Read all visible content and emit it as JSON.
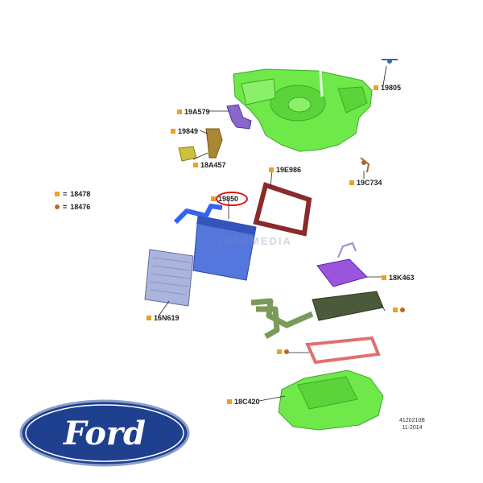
{
  "legend": {
    "square_part": "18478",
    "round_part": "18476"
  },
  "callouts": {
    "c19805": "19805",
    "c19A579": "19A579",
    "c19849": "19849",
    "c18A457": "18A457",
    "c19E986": "19E986",
    "c19C734": "19C734",
    "c19850": "19850",
    "c18K463": "18K463",
    "c16N619": "16N619",
    "c18C420": "18C420"
  },
  "watermark": "INFOMEDIA",
  "stamp": {
    "code": "4120210B",
    "date": "11-2014"
  },
  "logo": {
    "text": "Ford"
  },
  "colors": {
    "housing": "#6fe84a",
    "housing_dark": "#3ea82a",
    "evaporator": "#5577dd",
    "evaporator_pipe": "#3366ee",
    "filter": "#aab4dd",
    "seal_frame": "#8a2a2a",
    "heater_core": "#4a5a3a",
    "heater_pipe": "#7a9a5a",
    "gasket": "#e07070",
    "module": "#9a55dd",
    "bracket": "#8866cc",
    "brace": "#aa8833",
    "clip": "#cdc040",
    "ford_blue": "#1f3f8f",
    "highlight": "#e01010"
  }
}
